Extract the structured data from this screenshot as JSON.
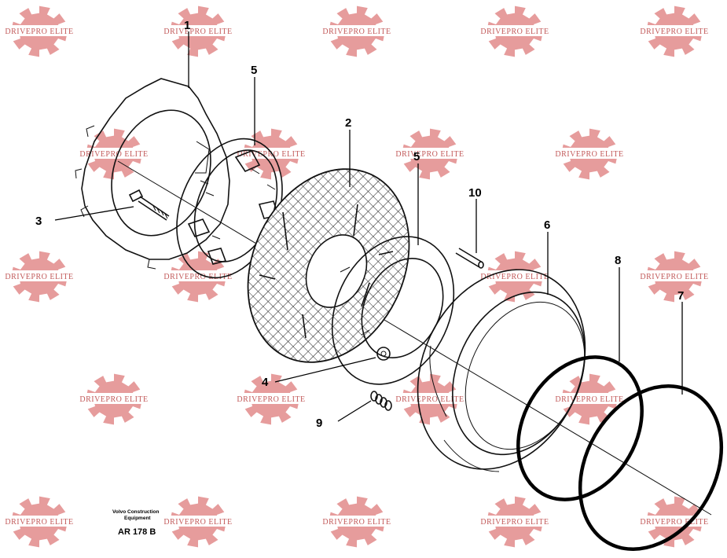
{
  "watermark": {
    "text": "DRIVEPRO ELITE",
    "color": "#c25a5a",
    "gear_color": "#e28b8b"
  },
  "callouts": [
    {
      "id": "1",
      "label": "1"
    },
    {
      "id": "2",
      "label": "2"
    },
    {
      "id": "3",
      "label": "3"
    },
    {
      "id": "4",
      "label": "4"
    },
    {
      "id": "5a",
      "label": "5"
    },
    {
      "id": "5b",
      "label": "5"
    },
    {
      "id": "6",
      "label": "6"
    },
    {
      "id": "7",
      "label": "7"
    },
    {
      "id": "8",
      "label": "8"
    },
    {
      "id": "9",
      "label": "9"
    },
    {
      "id": "10",
      "label": "10"
    }
  ],
  "footer": {
    "brand_line1": "Volvo Construction",
    "brand_line2": "Equipment",
    "code": "AR 178 B"
  }
}
